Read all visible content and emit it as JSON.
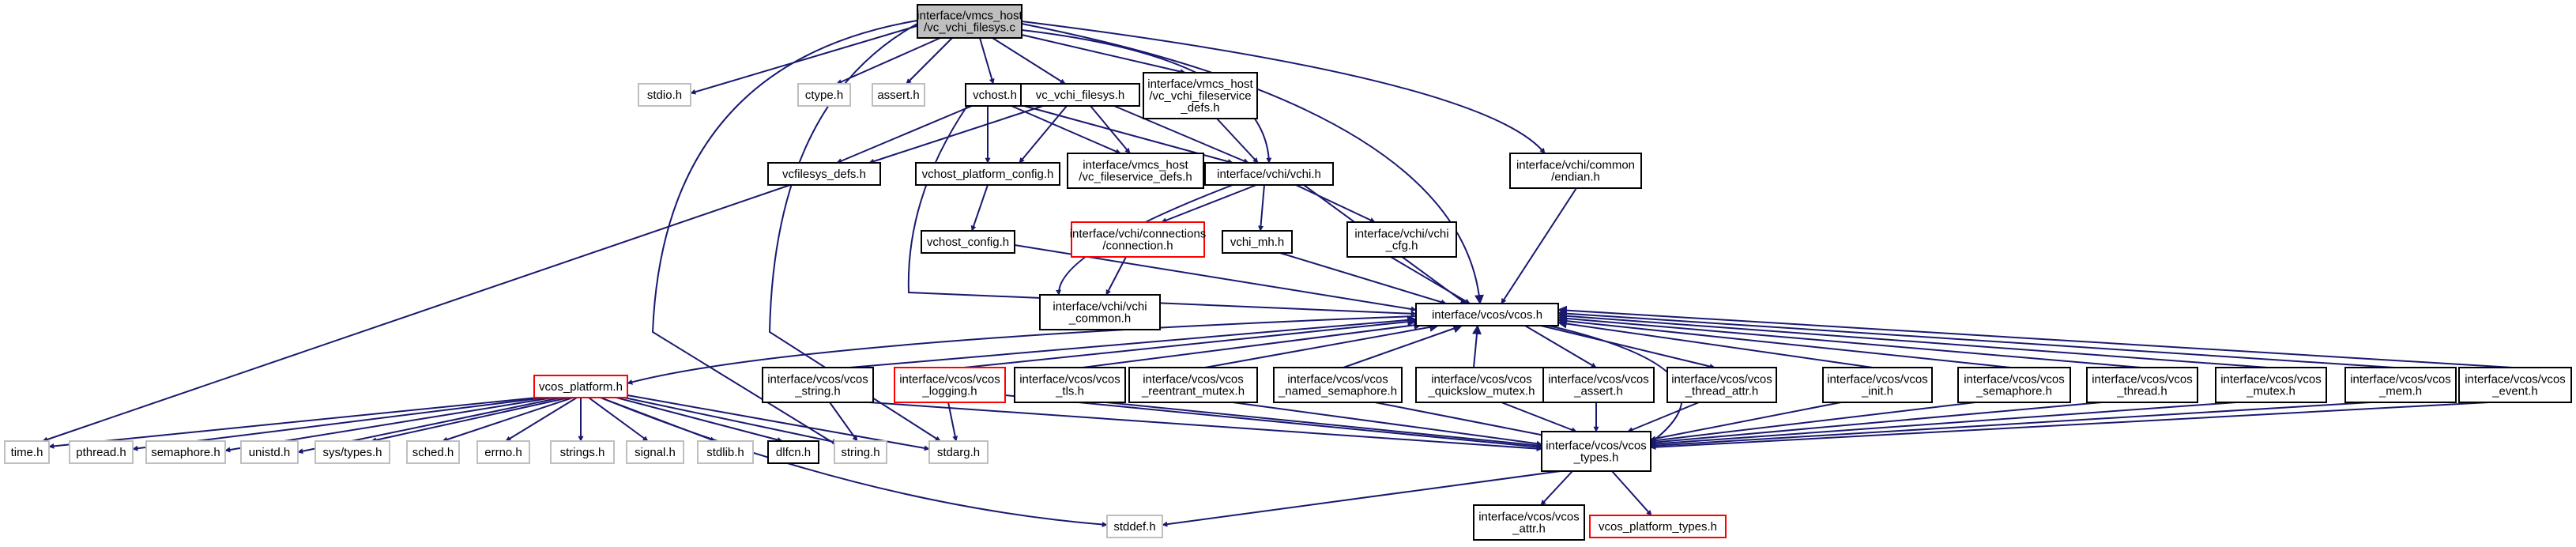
{
  "diagram": {
    "title": "interface/vmcs_host/vc_vchi_filesys.c",
    "colors": {
      "edge": "#191970",
      "root_fill": "#bfbfbf",
      "border_normal": "#000000",
      "border_missing": "#ff0000",
      "border_system": "#bfbfbf"
    },
    "nodes": {
      "root": [
        "interface/vmcs_host",
        "/vc_vchi_filesys.c"
      ],
      "stdio": [
        "stdio.h"
      ],
      "ctype": [
        "ctype.h"
      ],
      "assert": [
        "assert.h"
      ],
      "vchost": [
        "vchost.h"
      ],
      "vc_vchi_filesys": [
        "vc_vchi_filesys.h"
      ],
      "vc_vchi_fileservice_defs_top": [
        "interface/vmcs_host",
        "/vc_vchi_fileservice",
        "_defs.h"
      ],
      "vchi_common_endian": [
        "interface/vchi/common",
        "/endian.h"
      ],
      "vcfilesys_defs": [
        "vcfilesys_defs.h"
      ],
      "vchost_platform_config": [
        "vchost_platform_config.h"
      ],
      "vc_fileservice_defs": [
        "interface/vmcs_host",
        "/vc_fileservice_defs.h"
      ],
      "vchi": [
        "interface/vchi/vchi.h"
      ],
      "vchost_config": [
        "vchost_config.h"
      ],
      "connection": [
        "interface/vchi/connections",
        "/connection.h"
      ],
      "vchi_mh": [
        "vchi_mh.h"
      ],
      "vchi_cfg": [
        "interface/vchi/vchi",
        "_cfg.h"
      ],
      "vchi_common": [
        "interface/vchi/vchi",
        "_common.h"
      ],
      "vcos": [
        "interface/vcos/vcos.h"
      ],
      "vcos_platform": [
        "vcos_platform.h"
      ],
      "vcos_string": [
        "interface/vcos/vcos",
        "_string.h"
      ],
      "vcos_logging": [
        "interface/vcos/vcos",
        "_logging.h"
      ],
      "vcos_tls": [
        "interface/vcos/vcos",
        "_tls.h"
      ],
      "vcos_reentrant_mutex": [
        "interface/vcos/vcos",
        "_reentrant_mutex.h"
      ],
      "vcos_named_semaphore": [
        "interface/vcos/vcos",
        "_named_semaphore.h"
      ],
      "vcos_quickslow_mutex": [
        "interface/vcos/vcos",
        "_quickslow_mutex.h"
      ],
      "vcos_assert": [
        "interface/vcos/vcos",
        "_assert.h"
      ],
      "vcos_thread_attr": [
        "interface/vcos/vcos",
        "_thread_attr.h"
      ],
      "vcos_init": [
        "interface/vcos/vcos",
        "_init.h"
      ],
      "vcos_semaphore": [
        "interface/vcos/vcos",
        "_semaphore.h"
      ],
      "vcos_thread": [
        "interface/vcos/vcos",
        "_thread.h"
      ],
      "vcos_mutex": [
        "interface/vcos/vcos",
        "_mutex.h"
      ],
      "vcos_mem": [
        "interface/vcos/vcos",
        "_mem.h"
      ],
      "vcos_event": [
        "interface/vcos/vcos",
        "_event.h"
      ],
      "time": [
        "time.h"
      ],
      "pthread": [
        "pthread.h"
      ],
      "semaphore": [
        "semaphore.h"
      ],
      "unistd": [
        "unistd.h"
      ],
      "sys_types": [
        "sys/types.h"
      ],
      "sched": [
        "sched.h"
      ],
      "errno": [
        "errno.h"
      ],
      "strings": [
        "strings.h"
      ],
      "signal": [
        "signal.h"
      ],
      "stdlib": [
        "stdlib.h"
      ],
      "dlfcn": [
        "dlfcn.h"
      ],
      "string": [
        "string.h"
      ],
      "stdarg": [
        "stdarg.h"
      ],
      "vcos_types": [
        "interface/vcos/vcos",
        "_types.h"
      ],
      "stddef": [
        "stddef.h"
      ],
      "vcos_attr": [
        "interface/vcos/vcos",
        "_attr.h"
      ],
      "vcos_platform_types": [
        "vcos_platform_types.h"
      ]
    }
  }
}
